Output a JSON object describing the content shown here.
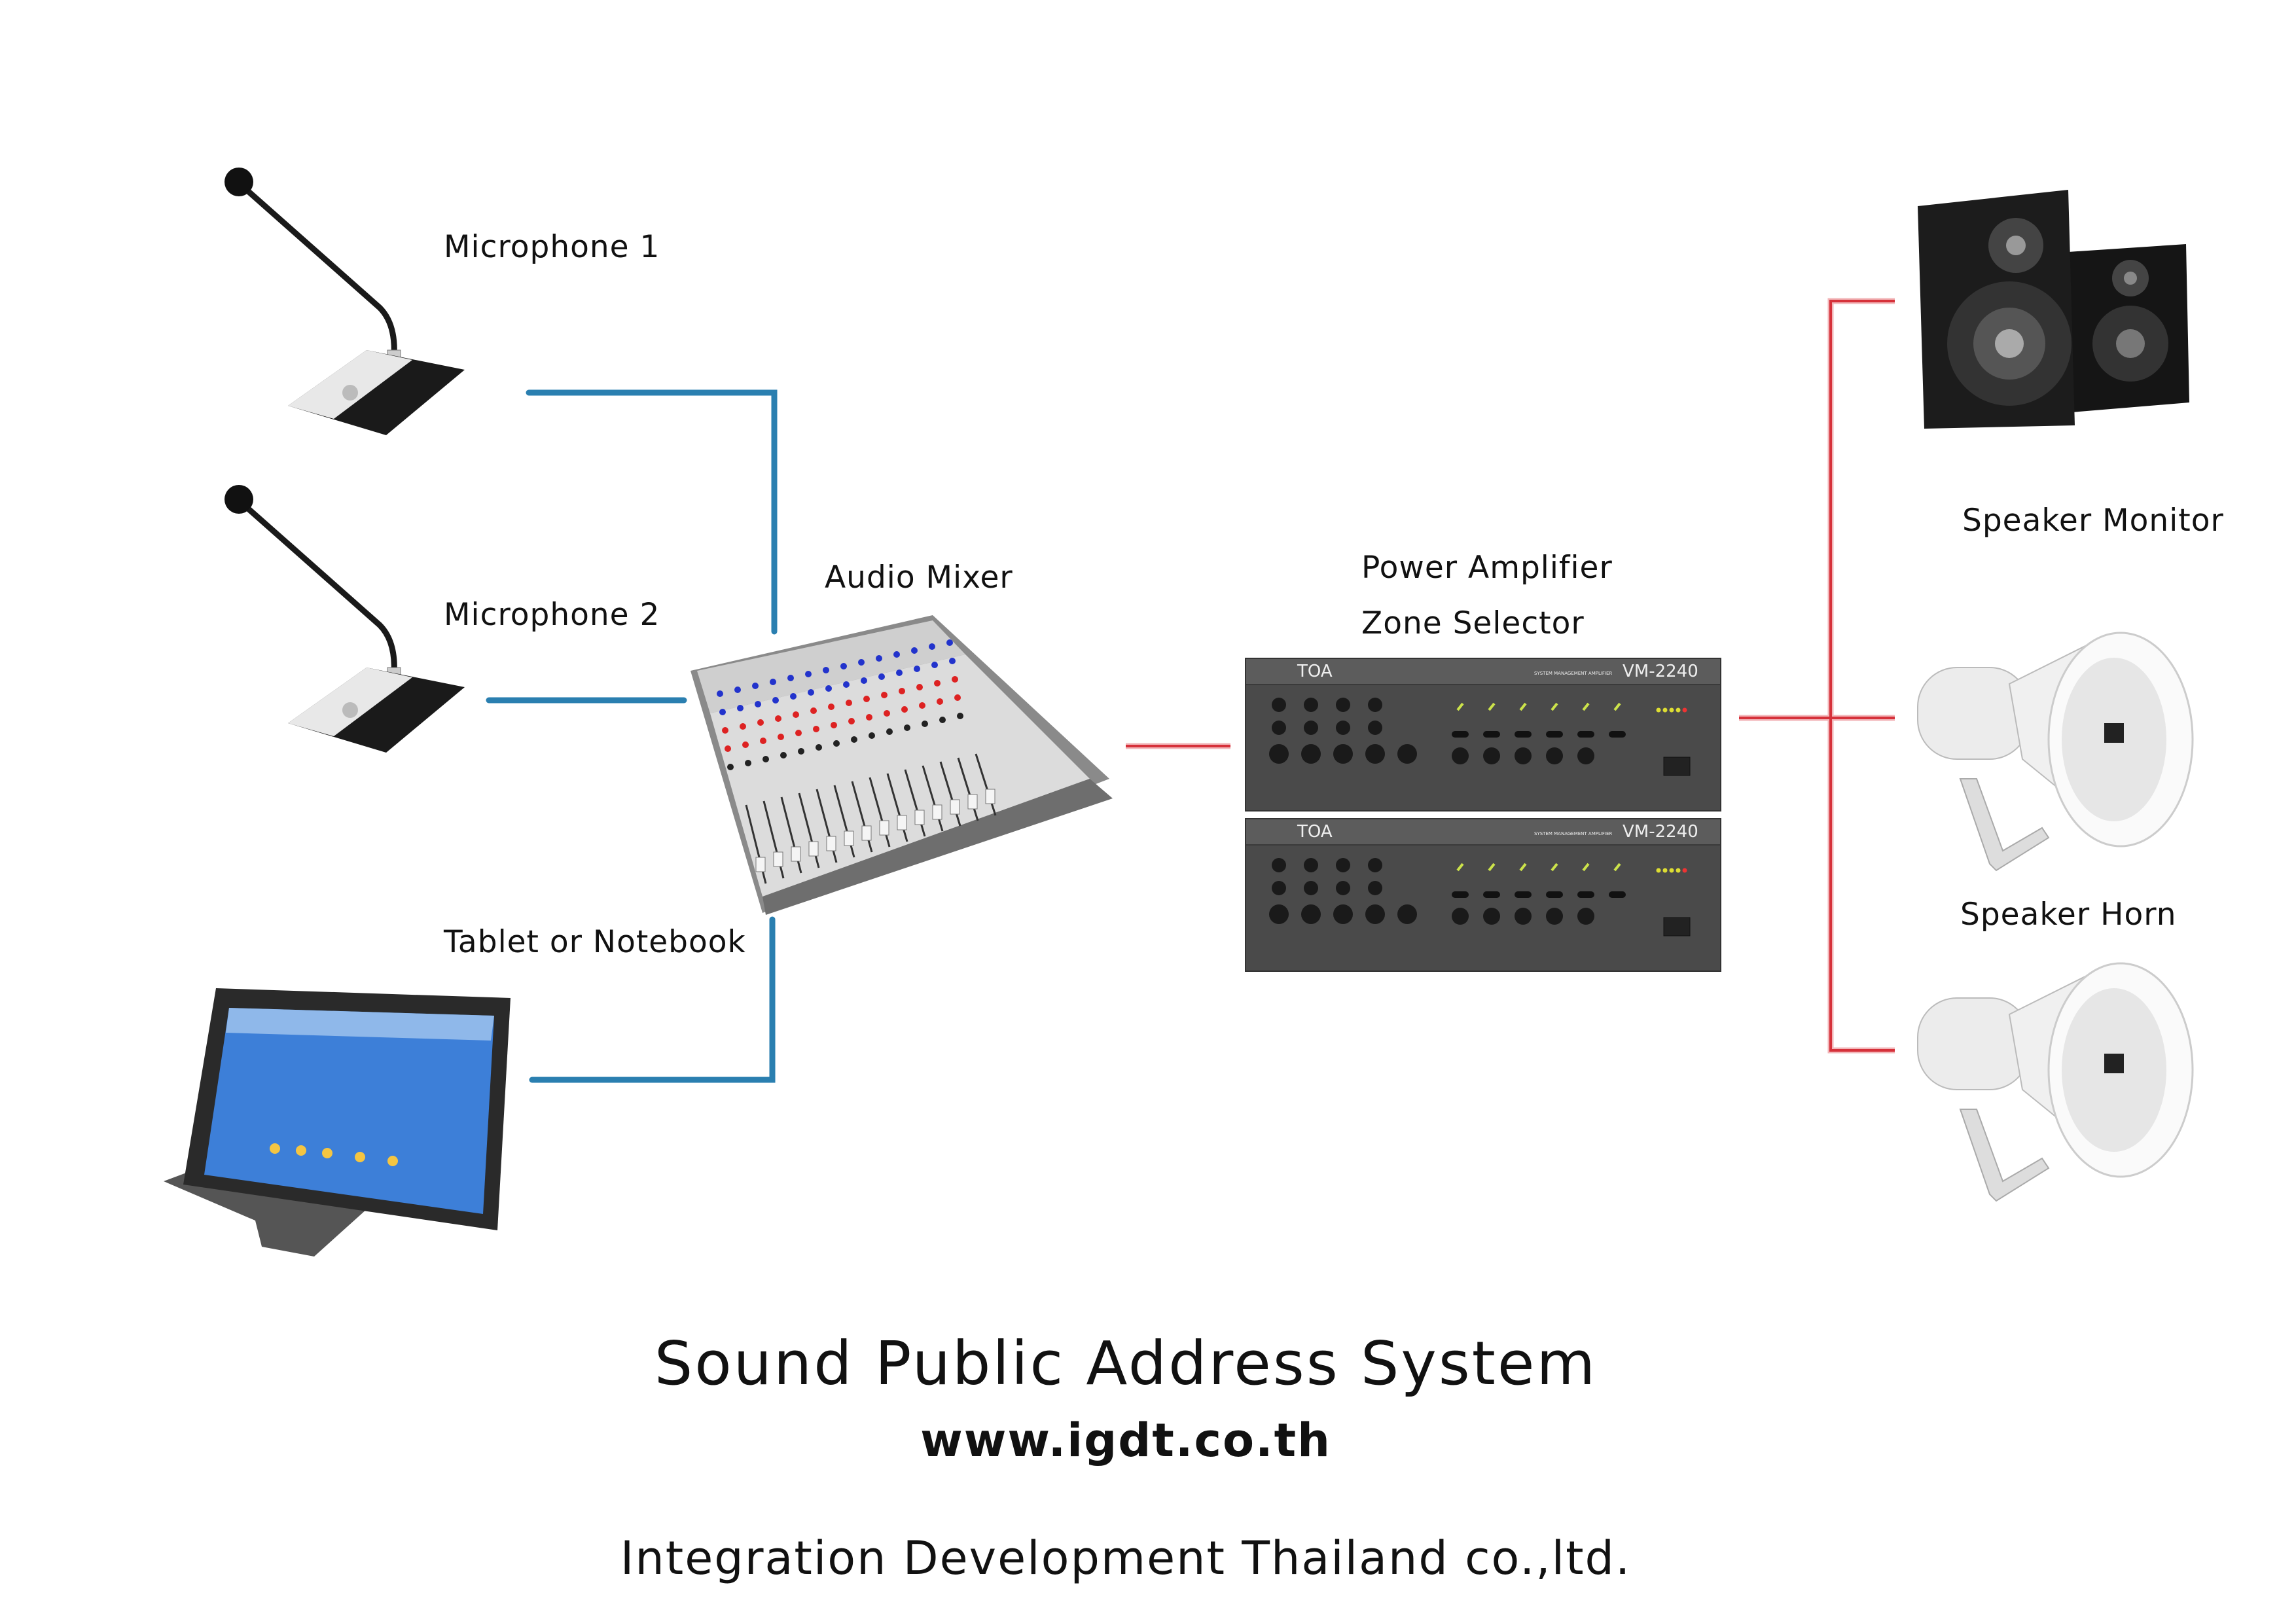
{
  "labels": {
    "microphone_1": "Microphone 1",
    "microphone_2": "Microphone 2",
    "tablet": "Tablet or Notebook",
    "audio_mixer": "Audio Mixer",
    "power_amplifier": "Power Amplifier",
    "zone_selector": "Zone Selector",
    "speaker_monitor": "Speaker Monitor",
    "speaker_horn": "Speaker Horn"
  },
  "amplifier": {
    "brand": "TOA",
    "model": "VM-2240",
    "subtitle": "SYSTEM MANAGEMENT AMPLIFIER"
  },
  "footer": {
    "title": "Sound Public Address System",
    "website": "www.igdt.co.th",
    "company": "Integration Development Thailand co.,ltd."
  },
  "colors": {
    "input_wire": "#2a7fb0",
    "output_wire": "#d6313a"
  }
}
